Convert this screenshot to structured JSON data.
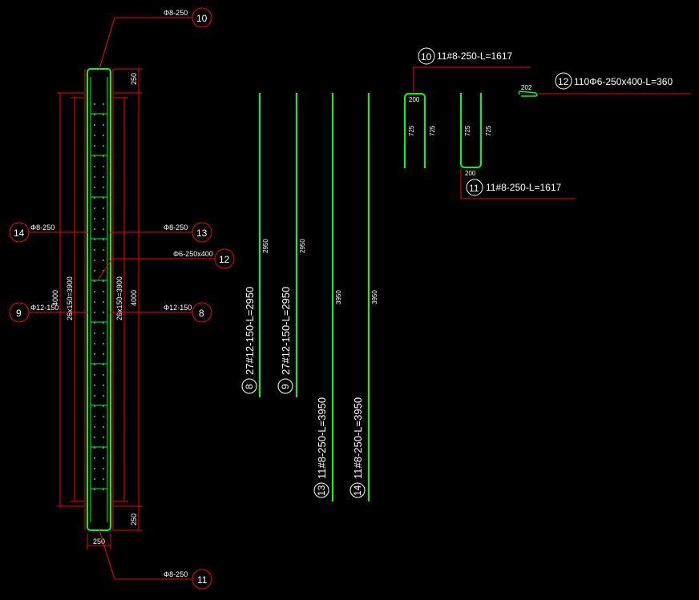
{
  "colors": {
    "background": "#000000",
    "rebar": "#00ff00",
    "dimension": "#ff0000",
    "text": "#ffffff"
  },
  "column_section": {
    "top_callout": {
      "mark": "10",
      "text": "Φ8-250"
    },
    "bottom_callout": {
      "mark": "11",
      "text": "Φ8-250"
    },
    "callout_14": {
      "mark": "14",
      "text": "Φ8-250"
    },
    "callout_13": {
      "mark": "13",
      "text": "Φ8-250"
    },
    "callout_12": {
      "mark": "12",
      "text": "Φ6-250x400"
    },
    "callout_9": {
      "mark": "9",
      "text": "Φ12-150"
    },
    "callout_8": {
      "mark": "8",
      "text": "Φ12-150"
    },
    "dims": {
      "top_cover": "250",
      "bottom_cover": "250",
      "width": "250",
      "total_left": "4000",
      "total_right": "4000",
      "stirrup_left": "26x150=3900",
      "stirrup_right": "26x150=3900"
    }
  },
  "bars": [
    {
      "mark": "8",
      "length_label": "2950",
      "schedule": "27#12-150-L=2950"
    },
    {
      "mark": "9",
      "length_label": "2950",
      "schedule": "27#12-150-L=2950"
    },
    {
      "mark": "13",
      "length_label": "3950",
      "schedule": "11#8-250-L=3950"
    },
    {
      "mark": "14",
      "length_label": "3950",
      "schedule": "11#8-250-L=3950"
    }
  ],
  "hooks": {
    "bar10": {
      "mark": "10",
      "schedule": "11#8-250-L=1617",
      "top": "200",
      "leg_left": "725",
      "leg_right": "725"
    },
    "bar11": {
      "mark": "11",
      "schedule": "11#8-250-L=1617",
      "bottom": "200",
      "leg_left": "725",
      "leg_right": "725"
    },
    "bar12": {
      "mark": "12",
      "schedule": "110Φ6-250x400-L=360",
      "length": "202"
    }
  }
}
